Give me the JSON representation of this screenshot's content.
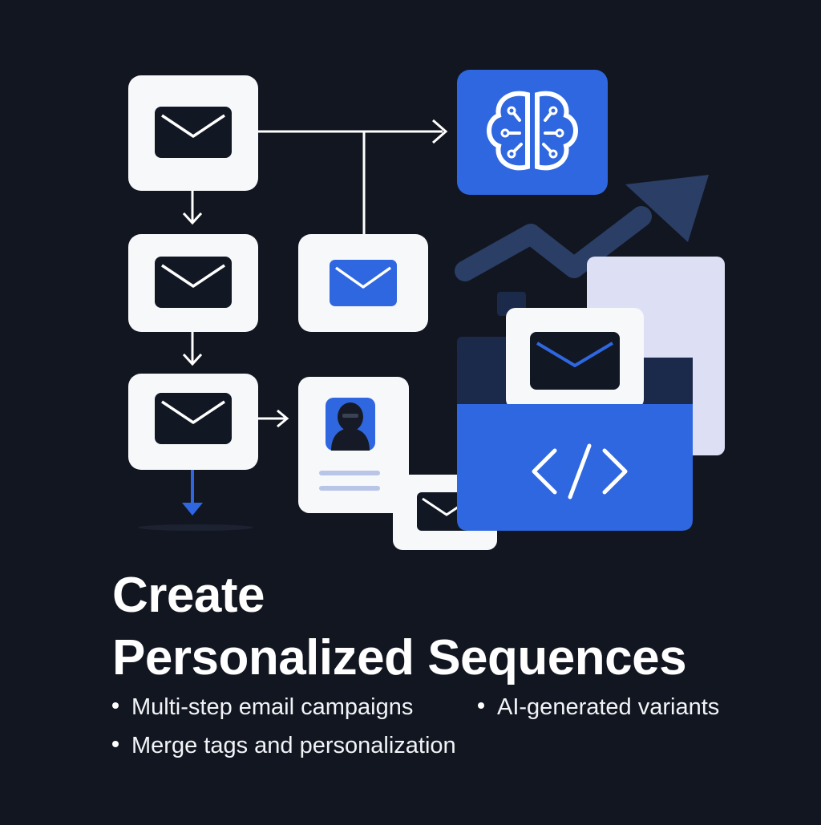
{
  "title": {
    "line1": "Create",
    "line2": "Personalized Sequences"
  },
  "bullets": [
    "Multi-step email campaigns",
    "AI-generated variants",
    "Merge tags and personalization"
  ],
  "icons": {
    "email": "envelope-icon",
    "ai": "brain-circuit-icon",
    "contact": "user-avatar-icon",
    "code": "code-brackets-icon",
    "trend": "trend-up-arrow-icon"
  },
  "colors": {
    "background": "#121620",
    "card": "#f7f8fa",
    "accent": "#2f67e0",
    "navy": "#1b2a4a",
    "lavender": "#dde0f5",
    "trend": "#2a3e66"
  }
}
